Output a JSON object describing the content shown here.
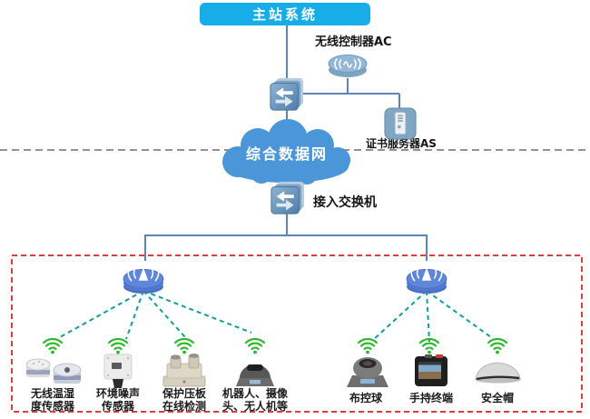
{
  "title": "主站系统",
  "labels": {
    "ac": "无线控制器AC",
    "as": "证书服务器AS",
    "cloud": "综合数据网",
    "access_switch": "接入交换机"
  },
  "devices": [
    {
      "name": "wireless-temp-humidity-sensor",
      "label": "无线温湿\n度传感器"
    },
    {
      "name": "environment-noise-sensor",
      "label": "环境噪声\n传感器"
    },
    {
      "name": "pressure-plate-online-detector",
      "label": "保护压板\n在线检测"
    },
    {
      "name": "robot-camera-drone",
      "label": "机器人、摄像\n头、无人机等"
    },
    {
      "name": "surveillance-ball-camera",
      "label": "布控球"
    },
    {
      "name": "handheld-terminal",
      "label": "手持终端"
    },
    {
      "name": "safety-helmet",
      "label": "安全帽"
    }
  ],
  "icons": {
    "switch": "ethernet-switch-arrows",
    "ac": "wireless-controller-disk",
    "as": "certificate-server-tower",
    "ap": "wireless-access-point-antenna",
    "wifi": "green-wifi-signal",
    "cloud": "network-cloud"
  },
  "colors": {
    "title_bg": "#16ade9",
    "cloud": "#4b96d9",
    "solid_line": "#5b87b8",
    "dashed_wireless": "#109e9e",
    "zone_border": "#e23b3b",
    "wifi_green": "#2eb82e",
    "label_text": "#141414"
  }
}
